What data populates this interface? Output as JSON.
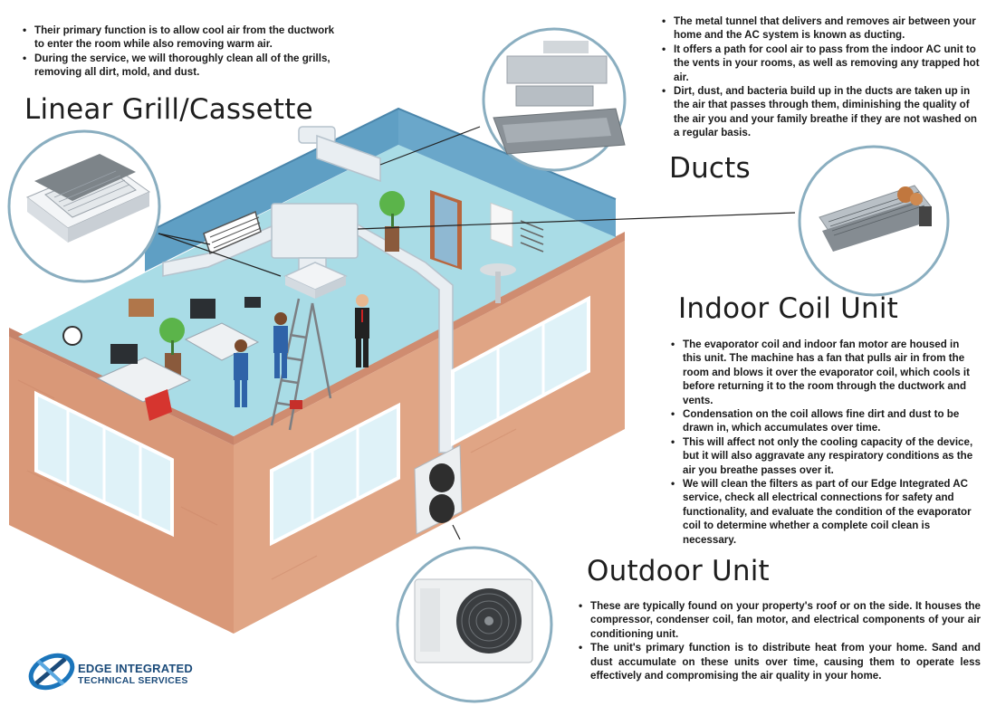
{
  "sections": {
    "grill": {
      "title": "Linear Grill/Cassette",
      "bullets": [
        "Their primary function is to allow cool air from the ductwork to enter the room while also removing warm air.",
        "During the service, we will thoroughly clean all of the grills, removing all dirt, mold, and dust."
      ]
    },
    "ducts": {
      "title": "Ducts",
      "bullets": [
        "The metal tunnel that delivers and removes air between your home and the AC system is known as ducting.",
        "It offers a path for cool air to pass from the indoor AC unit to the vents in your rooms, as well as removing any trapped hot air.",
        "Dirt, dust, and bacteria build up in the ducts  are taken up in the air that passes through them, diminishing the quality of the air you and your family breathe if they are not washed on a regular basis."
      ]
    },
    "coil": {
      "title": "Indoor Coil Unit",
      "bullets": [
        "The evaporator coil and indoor fan motor are housed in this unit. The machine has a fan that pulls air in from the room and blows it over the evaporator coil, which cools it before returning it to the room through the ductwork and vents.",
        "Condensation on the coil allows fine dirt and dust to be drawn in, which accumulates over time.",
        "This will affect not only the cooling capacity of the device, but it will also aggravate any respiratory conditions as the air you breathe passes over it.",
        "We will clean the filters as part of our Edge Integrated AC service, check all electrical connections for safety and functionality, and evaluate the condition of the evaporator coil to determine whether a complete coil clean is necessary."
      ]
    },
    "outdoor": {
      "title": "Outdoor Unit",
      "bullets": [
        "These are typically found on your property's roof or on the side. It houses the compressor, condenser coil, fan motor, and electrical components of your air conditioning unit.",
        "The unit's primary function is to distribute heat from your home. Sand and dust accumulate on these units over time, causing them to operate less effectively and compromising the air quality in your home."
      ]
    }
  },
  "logo": {
    "line1": "EDGE INTEGRATED",
    "line2": "TECHNICAL SERVICES"
  },
  "colors": {
    "brick": "#d99878",
    "floor": "#a9dce6",
    "wall_blue": "#5f9fc4",
    "circle_border": "#8aaec0",
    "logo_blue": "#1b4b7a"
  },
  "icons": [
    "cassette-unit-icon",
    "duct-icon",
    "coil-unit-icon",
    "outdoor-unit-icon",
    "logo-icon"
  ]
}
